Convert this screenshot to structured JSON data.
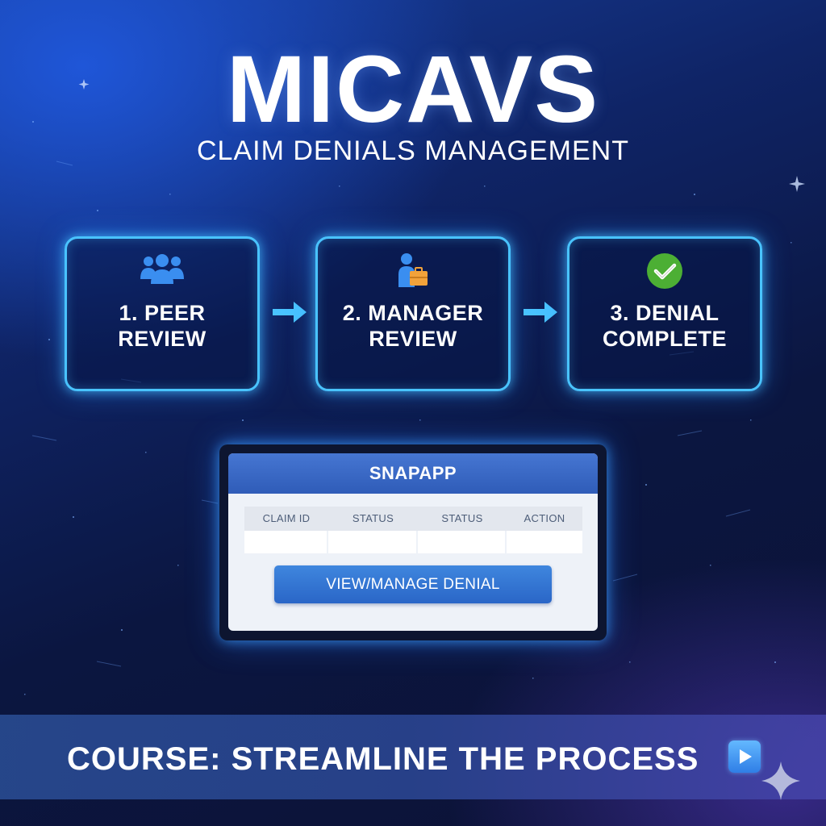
{
  "header": {
    "title": "MICAVS",
    "subtitle": "Claim Denials Management"
  },
  "workflow": {
    "steps": [
      {
        "line1": "1. PEER",
        "line2": "REVIEW",
        "icon": "users-group-icon"
      },
      {
        "line1": "2. MANAGER",
        "line2": "REVIEW",
        "icon": "manager-briefcase-icon"
      },
      {
        "line1": "3. DENIAL",
        "line2": "COMPLETE",
        "icon": "check-circle-icon"
      }
    ],
    "arrow_icon": "arrow-right-icon"
  },
  "app_panel": {
    "title": "SNAPAPP",
    "columns": [
      "CLAIM ID",
      "STATUS",
      "STATUS",
      "ACTION"
    ],
    "button_label": "VIEW/MANAGE DENIAL"
  },
  "banner": {
    "text": "COURSE: STREAMLINE THE PROCESS",
    "icon": "play-icon"
  },
  "colors": {
    "accent_glow": "#49c3ff",
    "step_icon_blue": "#3a8ef0",
    "check_green": "#4caf34",
    "panel_header": "#3a68c4",
    "button_blue": "#2f6fd0"
  }
}
